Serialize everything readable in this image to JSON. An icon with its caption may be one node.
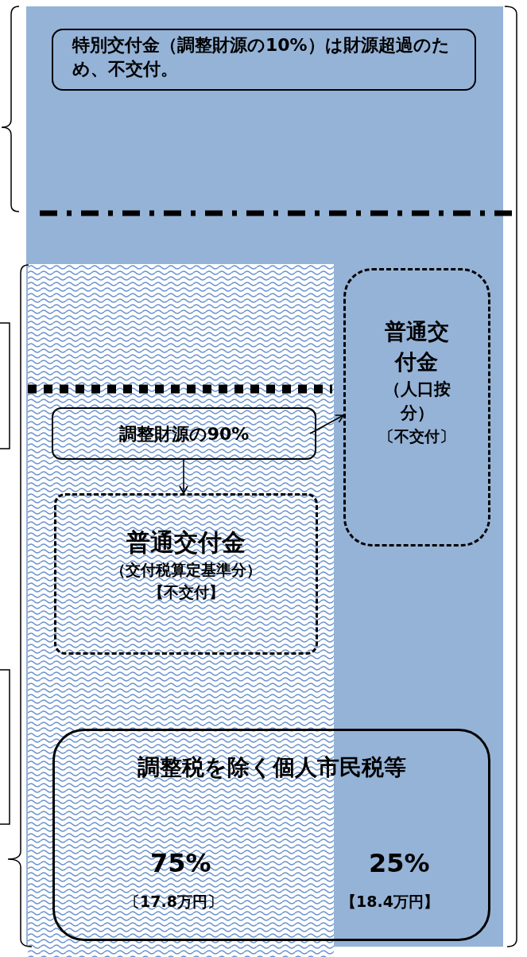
{
  "diagram": {
    "nodes": [
      {
        "text": [
          "特別交付金（調整財源の10%）は財源超過のため、不交付。"
        ]
      },
      {
        "text": [
          "普通交付金",
          "（人口按分）",
          "〔不交付〕"
        ]
      },
      {
        "text": [
          "調整財源の90%"
        ]
      },
      {
        "text": [
          "普通交付金",
          "（交付税算定基準分）",
          "【不交付】"
        ]
      },
      {
        "text": [
          "調整税を除く個人市民税等",
          "75%",
          "〔17.8万円〕",
          "25%",
          "【18.4万円】"
        ]
      }
    ],
    "edges": [
      {
        "from": 2,
        "to": 1,
        "arrow": "to"
      },
      {
        "from": 2,
        "to": 3,
        "arrow": "to"
      }
    ]
  }
}
